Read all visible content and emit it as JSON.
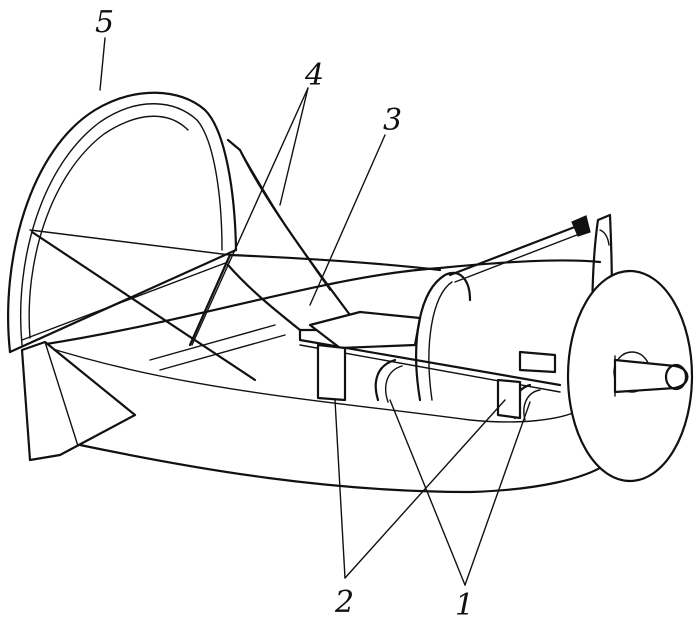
{
  "diagram": {
    "callouts": {
      "c1": "1",
      "c2": "2",
      "c3": "3",
      "c4": "4",
      "c5": "5"
    },
    "colors": {
      "ink": "#111111",
      "paper": "#ffffff"
    }
  }
}
